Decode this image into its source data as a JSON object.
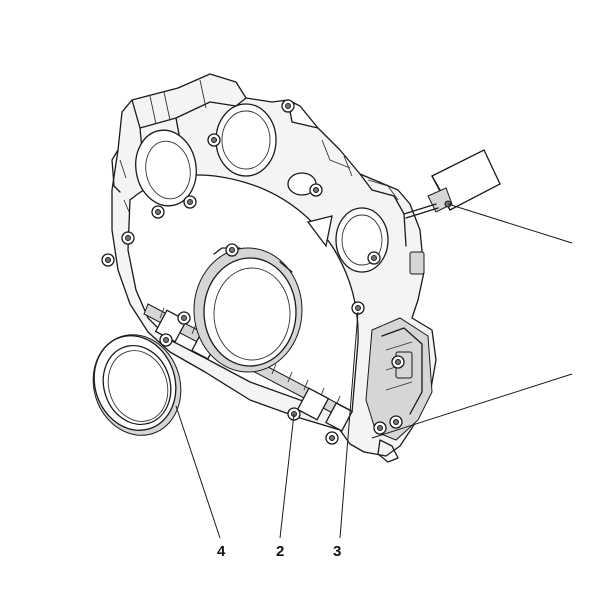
{
  "callouts": [
    {
      "id": "4",
      "label": "4"
    },
    {
      "id": "2",
      "label": "2"
    },
    {
      "id": "3",
      "label": "3"
    }
  ]
}
